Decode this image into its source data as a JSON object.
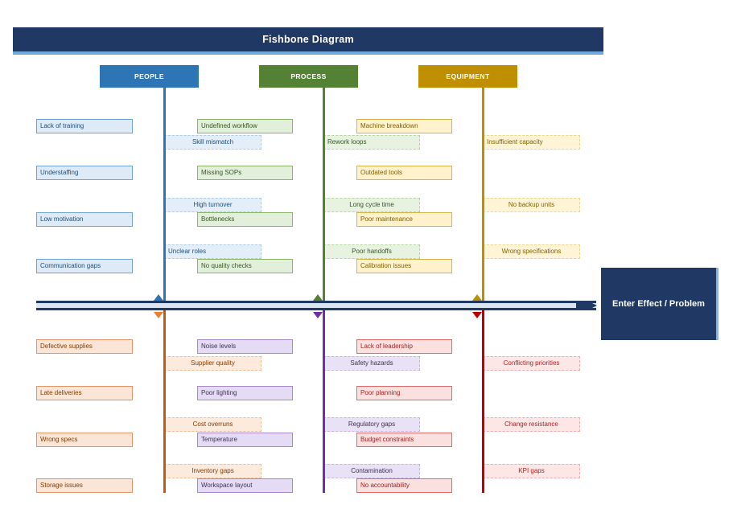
{
  "title": "Fishbone Diagram",
  "effect": {
    "label": "Enter Effect / Problem"
  },
  "colors": {
    "title_bg": "#1F3864",
    "title_shadow": "#6FA8DC",
    "spine": "#1F3864",
    "effect_bg": "#1F3864",
    "people": "#2E75B6",
    "process": "#548235",
    "equipment": "#BF8F00",
    "bottom_orange": "#C55A11",
    "bottom_purple": "#7030A0",
    "bottom_red": "#C00000"
  },
  "branches": {
    "top": [
      {
        "label": "PEOPLE",
        "color": "#2E75B6",
        "left": [
          "Lack of training",
          "Understaffing",
          "Low motivation",
          "Communication gaps"
        ],
        "right": [
          "Skill mismatch",
          "High turnover",
          "Unclear roles"
        ]
      },
      {
        "label": "PROCESS",
        "color": "#548235",
        "left": [
          "Undefined workflow",
          "Missing SOPs",
          "Bottlenecks",
          "No quality checks"
        ],
        "right": [
          "Rework loops",
          "Long cycle time",
          "Poor handoffs"
        ]
      },
      {
        "label": "EQUIPMENT",
        "color": "#BF8F00",
        "left": [
          "Machine breakdown",
          "Outdated tools",
          "Poor maintenance",
          "Calibration issues"
        ],
        "right": [
          "Insufficient capacity",
          "No backup units",
          "Wrong specifications"
        ]
      }
    ],
    "bottom": [
      {
        "color": "#C55A11",
        "left": [
          "Defective supplies",
          "Late deliveries",
          "Wrong specs",
          "Storage issues"
        ],
        "right": [
          "Supplier quality",
          "Cost overruns",
          "Inventory gaps"
        ]
      },
      {
        "color": "#7030A0",
        "left": [
          "Noise levels",
          "Poor lighting",
          "Temperature",
          "Workspace layout"
        ],
        "right": [
          "Safety hazards",
          "Regulatory gaps",
          "Contamination"
        ]
      },
      {
        "color": "#C00000",
        "left": [
          "Lack of leadership",
          "Poor planning",
          "Budget constraints",
          "No accountability"
        ],
        "right": [
          "Conflicting priorities",
          "Change resistance",
          "KPI gaps"
        ]
      }
    ]
  }
}
